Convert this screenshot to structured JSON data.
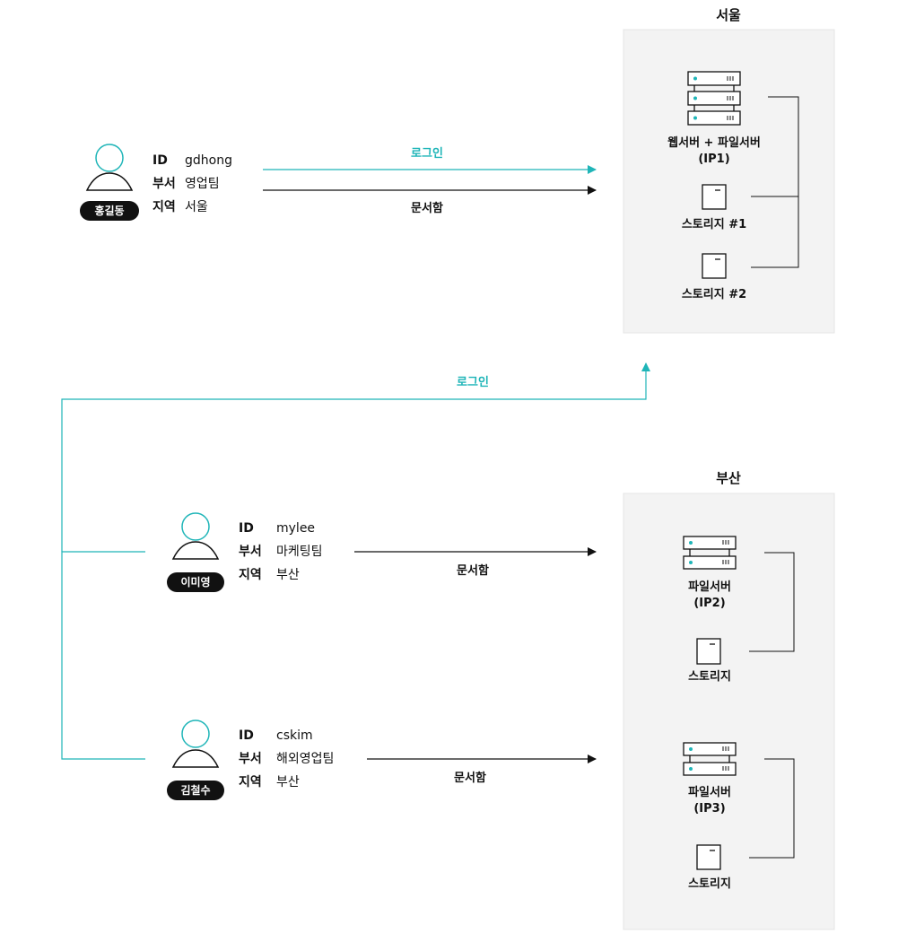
{
  "colors": {
    "accent": "#1fb5b8",
    "line": "#111111",
    "box": "#f3f3f3"
  },
  "regions": {
    "seoul": {
      "title": "서울",
      "server_label": "웹서버 + 파일서버",
      "server_ip": "(IP1)",
      "storage1": "스토리지 #1",
      "storage2": "스토리지 #2"
    },
    "busan": {
      "title": "부산",
      "server1_label": "파일서버",
      "server1_ip": "(IP2)",
      "storage1": "스토리지",
      "server2_label": "파일서버",
      "server2_ip": "(IP3)",
      "storage2": "스토리지"
    }
  },
  "users": [
    {
      "badge": "홍길동",
      "id_key": "ID",
      "id_val": "gdhong",
      "dept_key": "부서",
      "dept_val": "영업팀",
      "region_key": "지역",
      "region_val": "서울"
    },
    {
      "badge": "이미영",
      "id_key": "ID",
      "id_val": "mylee",
      "dept_key": "부서",
      "dept_val": "마케팅팀",
      "region_key": "지역",
      "region_val": "부산"
    },
    {
      "badge": "김철수",
      "id_key": "ID",
      "id_val": "cskim",
      "dept_key": "부서",
      "dept_val": "해외영업팀",
      "region_key": "지역",
      "region_val": "부산"
    }
  ],
  "edges": {
    "login": "로그인",
    "docbox": "문서함"
  }
}
